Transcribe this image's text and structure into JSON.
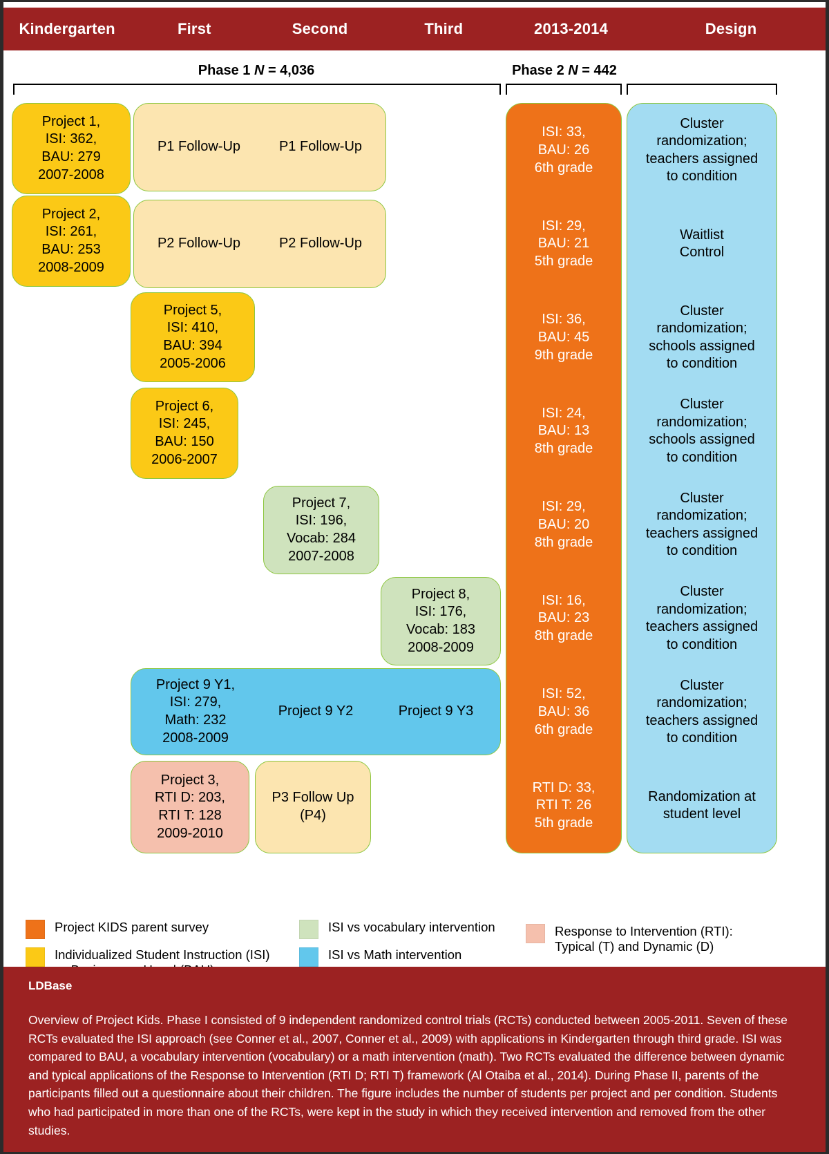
{
  "header": {
    "columns": [
      {
        "label": "Kindergarten"
      },
      {
        "label": "First"
      },
      {
        "label": "Second"
      },
      {
        "label": "Third"
      },
      {
        "label": "2013-2014"
      },
      {
        "label": "Design"
      }
    ]
  },
  "phases": {
    "phase1": "Phase 1 N = 4,036",
    "phase1_pre": "Phase 1 ",
    "phase1_n": "N",
    "phase1_post": " = 4,036",
    "phase2_pre": "Phase 2 ",
    "phase2_n": "N",
    "phase2_post": " = 442"
  },
  "projects": {
    "p1": "Project 1,\nISI: 362,\nBAU: 279\n2007-2008",
    "p1_followup_a": "P1 Follow-Up",
    "p1_followup_b": "P1 Follow-Up",
    "p2": "Project 2,\nISI: 261,\nBAU: 253\n2008-2009",
    "p2_followup_a": "P2 Follow-Up",
    "p2_followup_b": "P2 Follow-Up",
    "p5": "Project 5,\nISI: 410,\nBAU: 394\n2005-2006",
    "p6": "Project 6,\nISI: 245,\nBAU: 150\n2006-2007",
    "p7": "Project 7,\nISI: 196,\nVocab: 284\n2007-2008",
    "p8": "Project 8,\nISI: 176,\nVocab: 183\n2008-2009",
    "p9y1": "Project 9 Y1,\nISI: 279,\nMath: 232\n2008-2009",
    "p9y2": "Project 9 Y2",
    "p9y3": "Project 9 Y3",
    "p3": "Project 3,\nRTI D: 203,\nRTI T: 128\n2009-2010",
    "p3_followup": "P3 Follow Up\n(P4)"
  },
  "phase2_column": {
    "rows": [
      "ISI: 33,\nBAU: 26\n6th grade",
      "ISI: 29,\nBAU: 21\n5th grade",
      "ISI: 36,\nBAU: 45\n9th grade",
      "ISI: 24,\nBAU: 13\n8th grade",
      "ISI: 29,\nBAU: 20\n8th grade",
      "ISI: 16,\nBAU: 23\n8th grade",
      "ISI: 52,\nBAU: 36\n6th grade",
      "RTI D: 33,\nRTI T: 26\n5th grade"
    ]
  },
  "design_column": {
    "rows": [
      "Cluster\nrandomization;\nteachers assigned\nto condition",
      "Waitlist\nControl",
      "Cluster\nrandomization;\nschools assigned\nto condition",
      "Cluster\nrandomization;\nschools assigned\nto condition",
      "Cluster\nrandomization;\nteachers assigned\nto condition",
      "Cluster\nrandomization;\nteachers assigned\nto condition",
      "Cluster\nrandomization;\nteachers assigned\nto condition",
      "Randomization at\nstudent level"
    ]
  },
  "legend": {
    "items": [
      {
        "color": "#ee7219",
        "label": "Project KIDS parent survey"
      },
      {
        "color": "#fbc916",
        "label": "Individualized Student Instruction (ISI)\nvs Business as Usual (BAU)"
      },
      {
        "color": "#cfe3bd",
        "label": "ISI vs vocabulary intervention"
      },
      {
        "color": "#62c7ec",
        "label": "ISI vs Math intervention"
      },
      {
        "color": "#f5c0ad",
        "label": "Response to Intervention (RTI):\nTypical (T) and Dynamic (D)"
      }
    ]
  },
  "footer": {
    "title": "LDBase",
    "caption": "Overview of Project Kids. Phase I consisted of 9 independent randomized control trials (RCTs) conducted between 2005-2011. Seven of these RCTs evaluated the ISI approach (see Conner et al., 2007, Conner et al., 2009) with applications in Kindergarten through third grade. ISI was compared to BAU, a vocabulary intervention (vocabulary) or a math intervention (math). Two RCTs evaluated the difference between dynamic and typical applications of the Response to Intervention (RTI D; RTI T) framework (Al Otaiba et al., 2014).  During Phase II, parents of the participants filled out a questionnaire about their children. The figure includes the number of students per project and per condition. Students who had participated in more than one of the RCTs, were kept in the study in which they received intervention and removed from the other studies."
  },
  "colors": {
    "brand": "#9c2222",
    "orange": "#ee7219",
    "yellow": "#fbc916",
    "cream": "#fce5b0",
    "green": "#cfe3bd",
    "blue": "#62c7ec",
    "pink": "#f5c0ad",
    "lightblue": "#a3dcf2",
    "border_green": "#8cc63e"
  }
}
